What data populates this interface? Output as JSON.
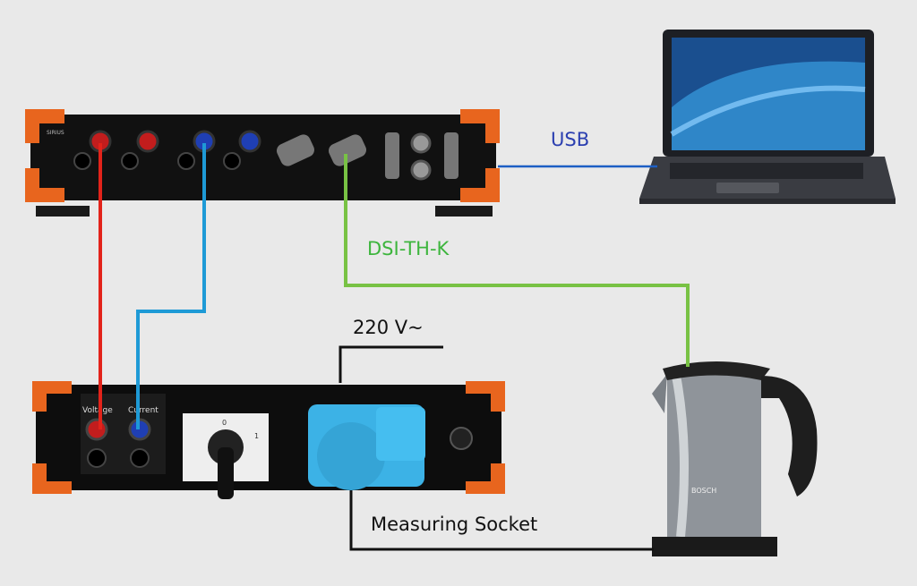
{
  "labels": {
    "usb": "USB",
    "dsi": "DSI-TH-K",
    "mains": "220 V~",
    "socket": "Measuring Socket"
  },
  "device_text": {
    "brand": "SIRIUS",
    "voltage": "Voltage",
    "current": "Current",
    "switch_on": "1",
    "switch_off": "0",
    "kettle_brand": "BOSCH"
  },
  "colors": {
    "voltage_wire": "#e2231a",
    "current_wire": "#1e9ad6",
    "usb_wire": "#1d5fc4",
    "usb_text": "#2b3fb0",
    "sensor_wire": "#78c244",
    "sensor_text": "#3db53d",
    "mains_wire": "#111111",
    "accent_corner": "#e8651e",
    "socket_blue": "#3cb2e6"
  }
}
